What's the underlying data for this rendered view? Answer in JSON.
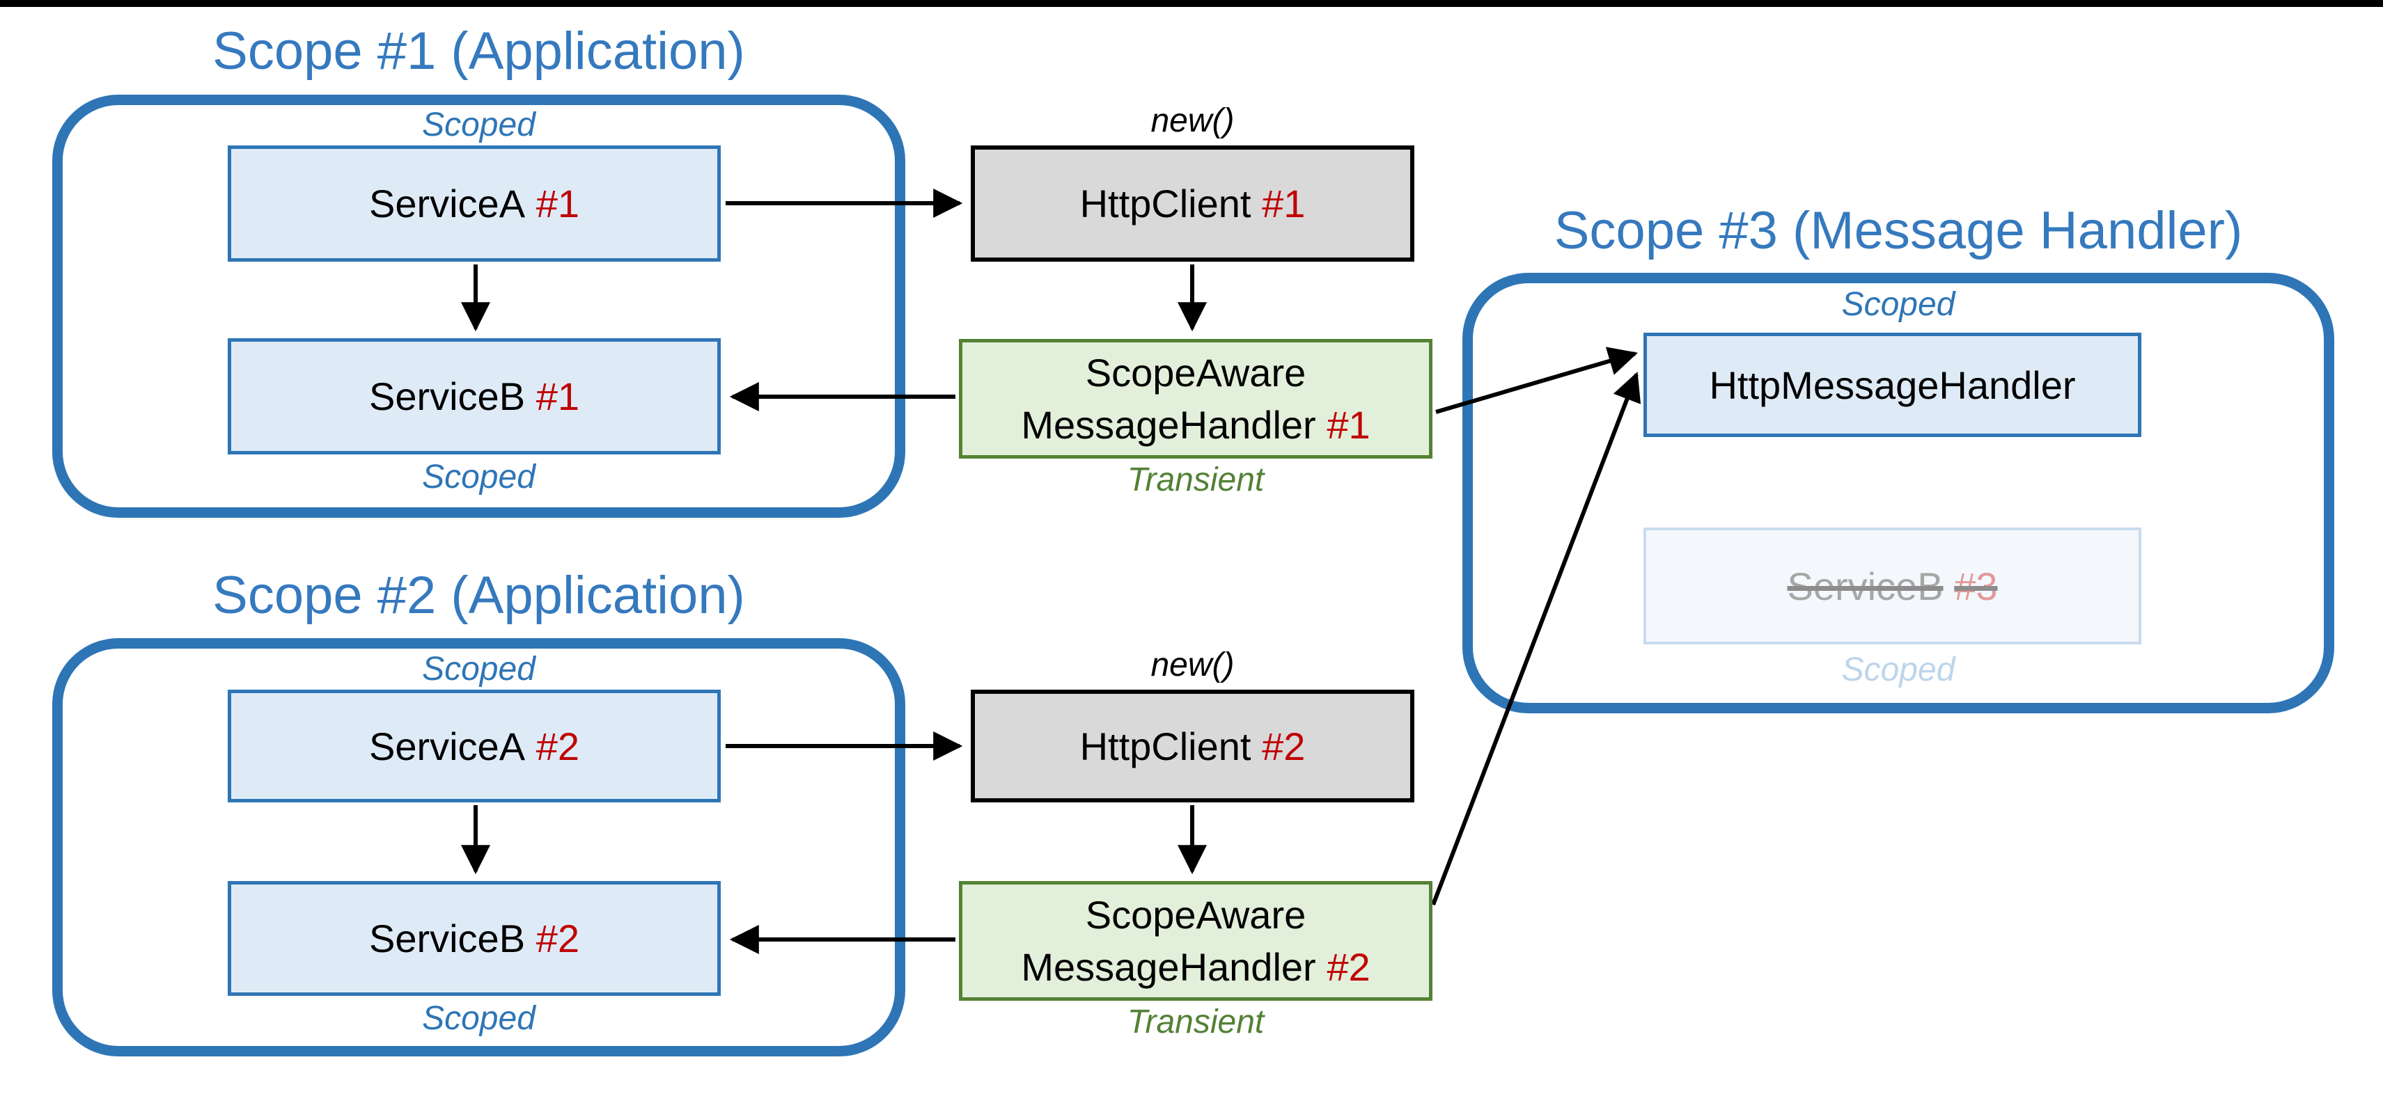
{
  "diagram": {
    "scopes": {
      "scope1": {
        "title": "Scope #1 (Application)",
        "scoped_top": "Scoped",
        "scoped_bottom": "Scoped"
      },
      "scope2": {
        "title": "Scope #2 (Application)",
        "scoped_top": "Scoped",
        "scoped_bottom": "Scoped"
      },
      "scope3": {
        "title": "Scope #3 (Message Handler)",
        "scoped_top": "Scoped",
        "scoped_bottom": "Scoped"
      }
    },
    "nodes": {
      "serviceA1": {
        "label": "ServiceA",
        "instance": "#1"
      },
      "serviceB1": {
        "label": "ServiceB",
        "instance": "#1"
      },
      "httpClient1": {
        "label": "HttpClient",
        "instance": "#1",
        "annotation": "new()"
      },
      "scopeAware1": {
        "label_line1": "ScopeAware",
        "label_line2": "MessageHandler",
        "instance": "#1",
        "annotation": "Transient"
      },
      "serviceA2": {
        "label": "ServiceA",
        "instance": "#2"
      },
      "serviceB2": {
        "label": "ServiceB",
        "instance": "#2"
      },
      "httpClient2": {
        "label": "HttpClient",
        "instance": "#2",
        "annotation": "new()"
      },
      "scopeAware2": {
        "label_line1": "ScopeAware",
        "label_line2": "MessageHandler",
        "instance": "#2",
        "annotation": "Transient"
      },
      "httpMessageHandler": {
        "label": "HttpMessageHandler"
      },
      "serviceB3": {
        "label": "ServiceB",
        "instance": "#3",
        "annotation": "Scoped",
        "disposed": true
      }
    },
    "edges": [
      {
        "from": "ServiceA #1",
        "to": "HttpClient #1"
      },
      {
        "from": "ServiceA #1",
        "to": "ServiceB #1"
      },
      {
        "from": "HttpClient #1",
        "to": "ScopeAwareMessageHandler #1"
      },
      {
        "from": "ScopeAwareMessageHandler #1",
        "to": "ServiceB #1"
      },
      {
        "from": "ScopeAwareMessageHandler #1",
        "to": "HttpMessageHandler"
      },
      {
        "from": "ServiceA #2",
        "to": "HttpClient #2"
      },
      {
        "from": "ServiceA #2",
        "to": "ServiceB #2"
      },
      {
        "from": "HttpClient #2",
        "to": "ScopeAwareMessageHandler #2"
      },
      {
        "from": "ScopeAwareMessageHandler #2",
        "to": "ServiceB #2"
      },
      {
        "from": "ScopeAwareMessageHandler #2",
        "to": "HttpMessageHandler"
      }
    ],
    "colors": {
      "scope_border": "#2E75B6",
      "title_text": "#3579BE",
      "blue_fill": "#DEEBF7",
      "blue_border": "#2E75B6",
      "gray_fill": "#D9D9D9",
      "gray_border": "#000000",
      "green_fill": "#E2EFDA",
      "green_border": "#548235",
      "transient_text": "#538135",
      "instance_red": "#C00000",
      "faded_fill": "#F4F8FC",
      "faded_border": "#C9DCF0",
      "faded_text": "#A6A6A6",
      "faded_red": "#E39999",
      "faded_scoped": "#BDD5EA",
      "arrow": "#000000"
    }
  }
}
